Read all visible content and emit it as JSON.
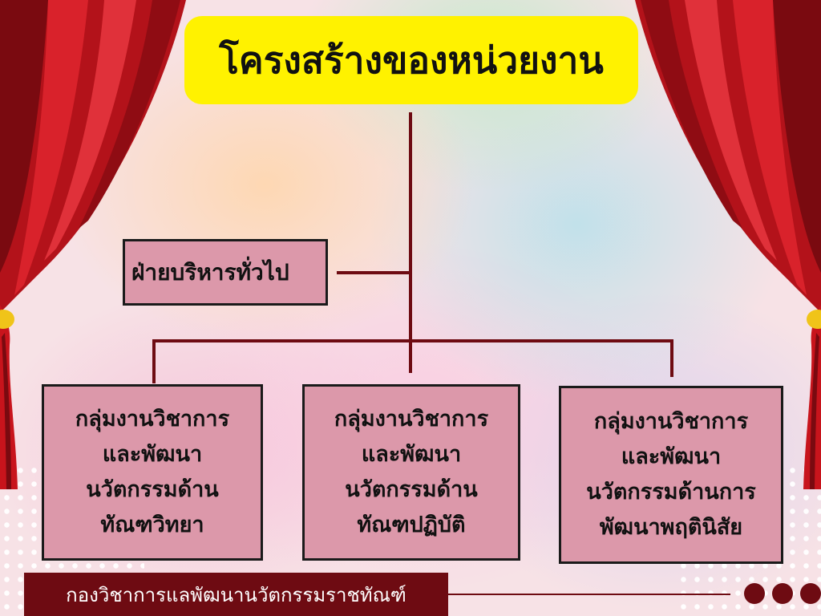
{
  "title": "โครงสร้างของหน่วยงาน",
  "admin": "ฝ่ายบริหารทั่วไป",
  "groups": [
    {
      "lines": [
        "กลุ่มงานวิชาการ",
        "และพัฒนา",
        "นวัตกรรมด้าน",
        "ทัณฑวิทยา"
      ]
    },
    {
      "lines": [
        "กลุ่มงานวิชาการ",
        "และพัฒนา",
        "นวัตกรรมด้าน",
        "ทัณฑปฏิบัติ"
      ]
    },
    {
      "lines": [
        "กลุ่มงานวิชาการ",
        "และพัฒนา",
        "นวัตกรรมด้านการ",
        "พัฒนาพฤตินิสัย"
      ]
    }
  ],
  "footer": "กองวิชาการแลพัฒนานวัตกรรมราชทัณฑ์",
  "colors": {
    "title_bg": "#fff200",
    "node_fill": "#dc98aa",
    "connector": "#6e0b12",
    "curtain": "#c8141c",
    "footer_bg": "#6e0b12"
  }
}
